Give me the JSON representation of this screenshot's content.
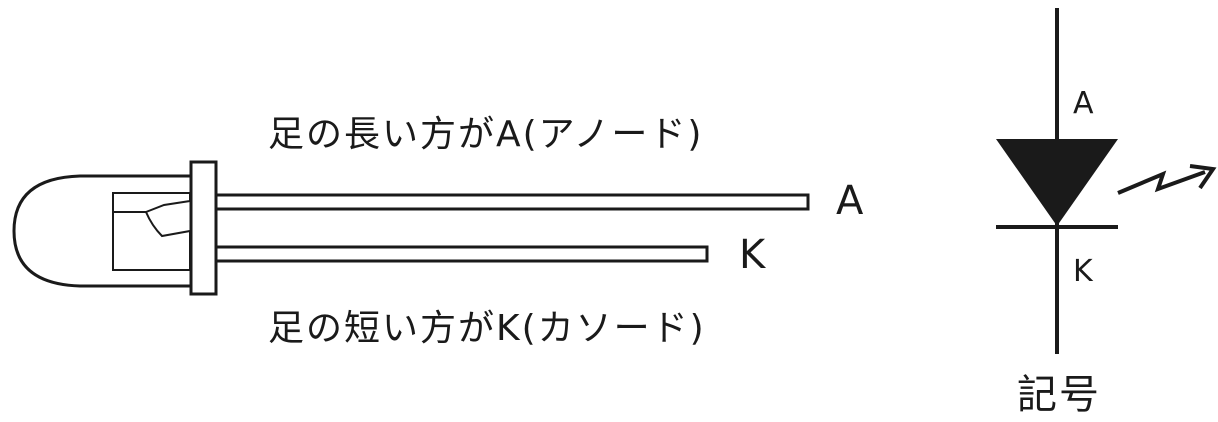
{
  "led_drawing": {
    "caption_long_lead": "足の長い方がA(アノード)",
    "caption_short_lead": "足の短い方がK(カソード)",
    "long_lead_letter": "A",
    "short_lead_letter": "K"
  },
  "symbol": {
    "anode_letter": "A",
    "cathode_letter": "K",
    "caption": "記号"
  },
  "colors": {
    "ink": "#1a1a1a",
    "background": "#ffffff"
  }
}
